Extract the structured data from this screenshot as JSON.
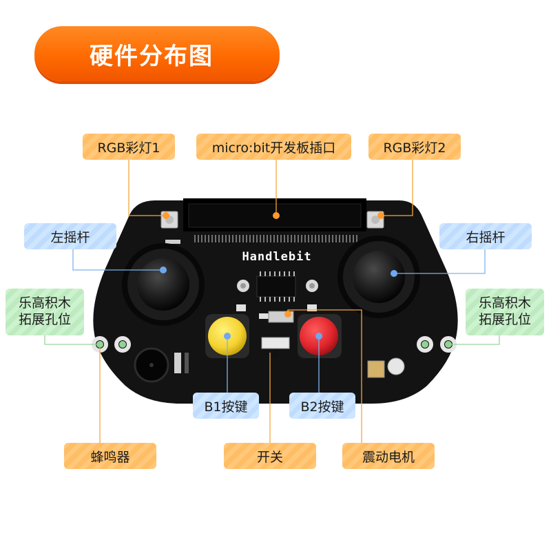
{
  "title": "硬件分布图",
  "brand_text": "Handlebit",
  "labels": {
    "rgb1": "RGB彩灯1",
    "microbit_slot": "micro:bit开发板插口",
    "rgb2": "RGB彩灯2",
    "left_joystick": "左摇杆",
    "right_joystick": "右摇杆",
    "lego_left_line1": "乐高积木",
    "lego_left_line2": "拓展孔位",
    "lego_right_line1": "乐高积木",
    "lego_right_line2": "拓展孔位",
    "b1": "B1按键",
    "b2": "B2按键",
    "buzzer": "蜂鸣器",
    "switch": "开关",
    "vibration_motor": "震动电机"
  },
  "colors": {
    "accent_orange": "#ff6a00",
    "label_orange": "#ffc87a",
    "label_blue": "#cfe6ff",
    "label_green": "#cdf2cf",
    "board": "#141414",
    "button_yellow": "#f5d230",
    "button_red": "#e0242c"
  }
}
